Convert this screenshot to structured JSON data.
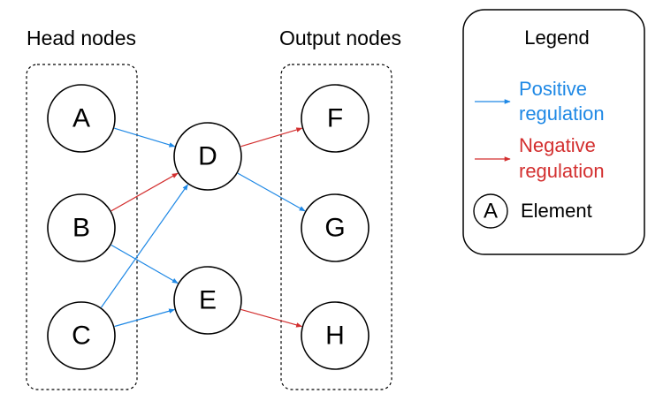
{
  "groups": {
    "head": {
      "title": "Head nodes"
    },
    "output": {
      "title": "Output nodes"
    }
  },
  "nodes": {
    "A": {
      "label": "A"
    },
    "B": {
      "label": "B"
    },
    "C": {
      "label": "C"
    },
    "D": {
      "label": "D"
    },
    "E": {
      "label": "E"
    },
    "F": {
      "label": "F"
    },
    "G": {
      "label": "G"
    },
    "H": {
      "label": "H"
    }
  },
  "edges": [
    {
      "from": "A",
      "to": "D",
      "type": "positive"
    },
    {
      "from": "B",
      "to": "D",
      "type": "negative"
    },
    {
      "from": "B",
      "to": "E",
      "type": "positive"
    },
    {
      "from": "C",
      "to": "D",
      "type": "positive"
    },
    {
      "from": "C",
      "to": "E",
      "type": "positive"
    },
    {
      "from": "D",
      "to": "F",
      "type": "negative"
    },
    {
      "from": "D",
      "to": "G",
      "type": "positive"
    },
    {
      "from": "E",
      "to": "H",
      "type": "negative"
    }
  ],
  "legend": {
    "title": "Legend",
    "positive": {
      "line1": "Positive",
      "line2": "regulation",
      "color": "#1e88e5"
    },
    "negative": {
      "line1": "Negative",
      "line2": "regulation",
      "color": "#d32f2f"
    },
    "element": {
      "symbol": "A",
      "label": "Element"
    }
  },
  "colors": {
    "positive": "#1e88e5",
    "negative": "#d32f2f",
    "node_stroke": "#000000"
  }
}
